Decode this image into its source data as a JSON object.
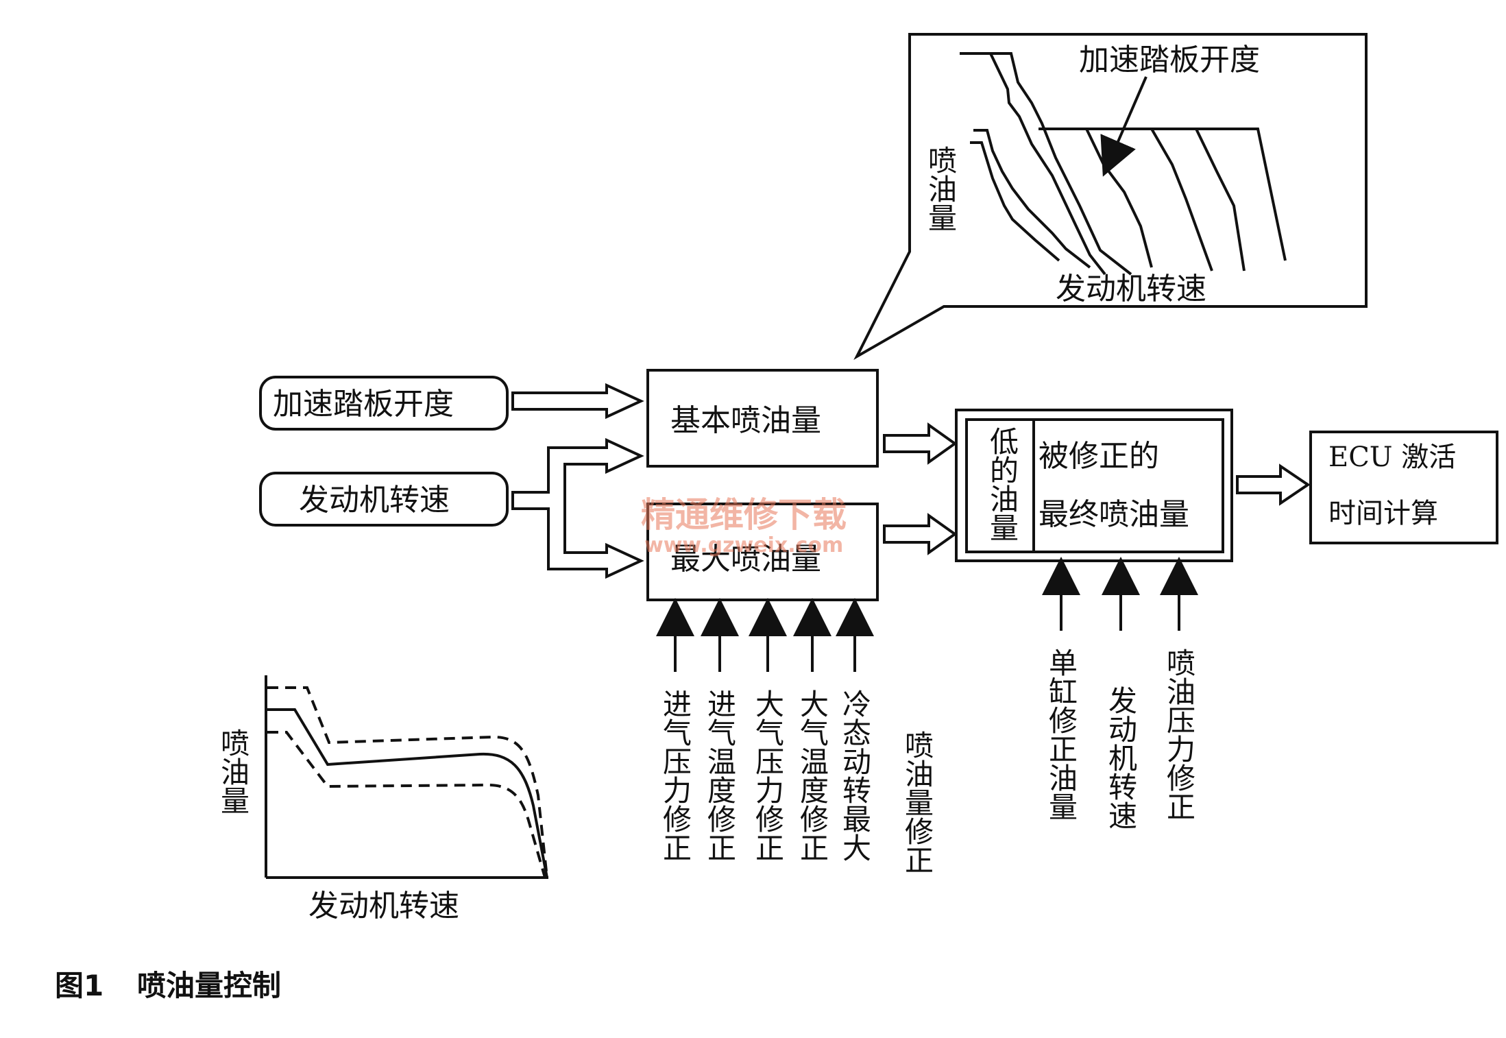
{
  "inputs": {
    "pedal": "加速踏板开度",
    "speed": "发动机转速"
  },
  "blocks": {
    "basic": "基本喷油量",
    "max": "最大喷油量",
    "lower_side": "低的油量",
    "final_line1": "被修正的",
    "final_line2": "最终喷油量",
    "ecu_line1": "ECU 激活",
    "ecu_line2": "时间计算"
  },
  "inset_graph": {
    "title": "加速踏板开度",
    "ylabel": "喷油量",
    "xlabel": "发动机转速"
  },
  "bottom_graph": {
    "ylabel": "喷油量",
    "xlabel": "发动机转速"
  },
  "max_corrections": [
    "进气压力修正",
    "进气温度修正",
    "大气压力修正",
    "大气温度修正",
    "冷态动转最大",
    "喷油量修正"
  ],
  "final_corrections": [
    "单缸修正油量",
    "发动机转速",
    "喷油压力修正"
  ],
  "caption": {
    "label": "图1",
    "title": "喷油量控制"
  },
  "watermark": {
    "line1": "精通维修下载",
    "line2": "www.gzweix.com"
  }
}
